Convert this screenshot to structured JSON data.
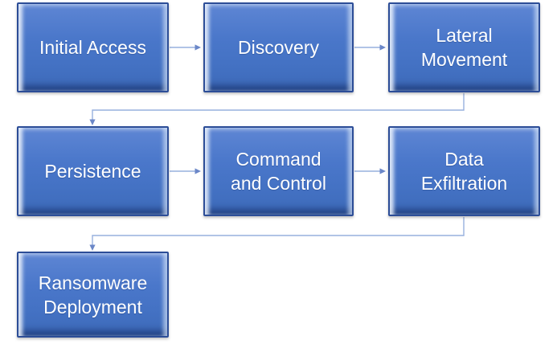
{
  "diagram": {
    "type": "flowchart",
    "background": "#ffffff",
    "nodes": [
      {
        "id": "initial-access",
        "label": "Initial Access",
        "display": "Initial Access"
      },
      {
        "id": "discovery",
        "label": "Discovery",
        "display": "Discovery"
      },
      {
        "id": "lateral-movement",
        "label": "Lateral Movement",
        "display": "Lateral\nMovement"
      },
      {
        "id": "persistence",
        "label": "Persistence",
        "display": "Persistence"
      },
      {
        "id": "command-and-control",
        "label": "Command and Control",
        "display": "Command\nand Control"
      },
      {
        "id": "data-exfiltration",
        "label": "Data Exfiltration",
        "display": "Data\nExfiltration"
      },
      {
        "id": "ransomware-deployment",
        "label": "Ransomware Deployment",
        "display": "Ransomware\nDeployment"
      }
    ],
    "edges": [
      {
        "from": "initial-access",
        "to": "discovery"
      },
      {
        "from": "discovery",
        "to": "lateral-movement"
      },
      {
        "from": "lateral-movement",
        "to": "persistence"
      },
      {
        "from": "persistence",
        "to": "command-and-control"
      },
      {
        "from": "command-and-control",
        "to": "data-exfiltration"
      },
      {
        "from": "data-exfiltration",
        "to": "ransomware-deployment"
      }
    ],
    "colors": {
      "node_fill": "#4472c4",
      "node_fill_light": "#5e86d4",
      "node_border": "#2c4d97",
      "node_text": "#ffffff",
      "connector": "#97b0de",
      "arrowhead": "#6b87c8"
    }
  }
}
